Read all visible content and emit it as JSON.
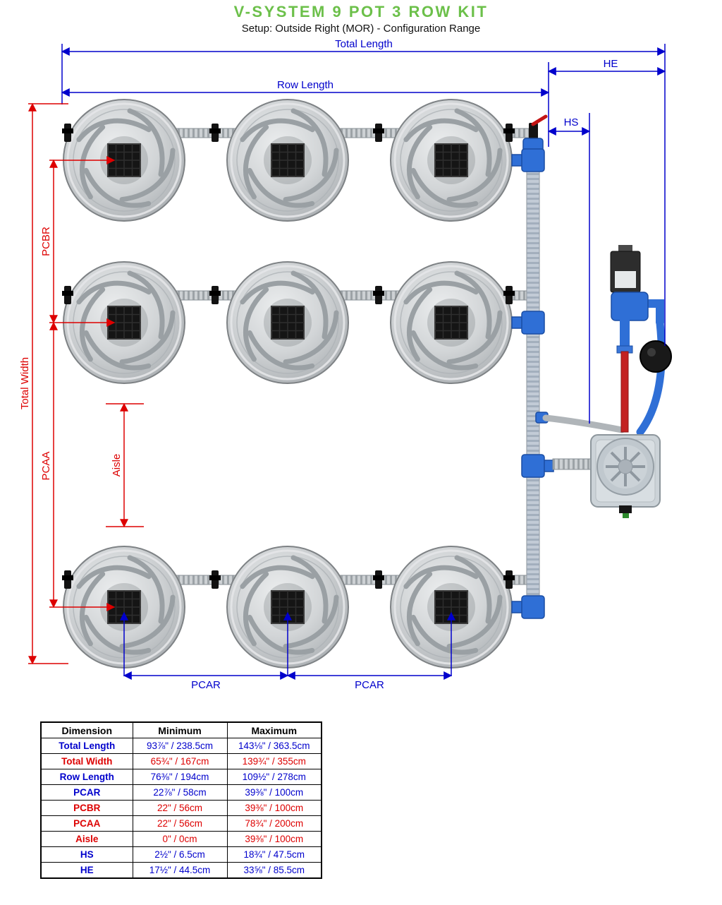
{
  "title": "V-SYSTEM 9 POT 3 ROW KIT",
  "subtitle": "Setup: Outside Right (MOR) - Configuration Range",
  "colors": {
    "title_green": "#6CC04A",
    "dimension_blue": "#0000CC",
    "dimension_red": "#DD0000"
  },
  "diagram": {
    "labels": {
      "total_length": "Total Length",
      "he": "HE",
      "row_length": "Row Length",
      "hs": "HS",
      "total_width": "Total Width",
      "pcbr": "PCBR",
      "pcaa": "PCAA",
      "aisle": "Aisle",
      "pcar_left": "PCAR",
      "pcar_right": "PCAR"
    }
  },
  "table": {
    "headers": [
      "Dimension",
      "Minimum",
      "Maximum"
    ],
    "rows": [
      {
        "dim": "Total Length",
        "min": "93⅞\" / 238.5cm",
        "max": "143⅛\" / 363.5cm",
        "color": "blue"
      },
      {
        "dim": "Total Width",
        "min": "65¾\" / 167cm",
        "max": "139¾\" / 355cm",
        "color": "red"
      },
      {
        "dim": "Row Length",
        "min": "76⅜\" / 194cm",
        "max": "109½\" / 278cm",
        "color": "blue"
      },
      {
        "dim": "PCAR",
        "min": "22⅞\" / 58cm",
        "max": "39⅜\" / 100cm",
        "color": "blue"
      },
      {
        "dim": "PCBR",
        "min": "22\" / 56cm",
        "max": "39⅜\" / 100cm",
        "color": "red"
      },
      {
        "dim": "PCAA",
        "min": "22\" / 56cm",
        "max": "78¾\" / 200cm",
        "color": "red"
      },
      {
        "dim": "Aisle",
        "min": "0\" / 0cm",
        "max": "39⅜\" / 100cm",
        "color": "red"
      },
      {
        "dim": "HS",
        "min": "2½\" / 6.5cm",
        "max": "18¾\" / 47.5cm",
        "color": "blue"
      },
      {
        "dim": "HE",
        "min": "17½\" / 44.5cm",
        "max": "33⅝\" / 85.5cm",
        "color": "blue"
      }
    ]
  }
}
